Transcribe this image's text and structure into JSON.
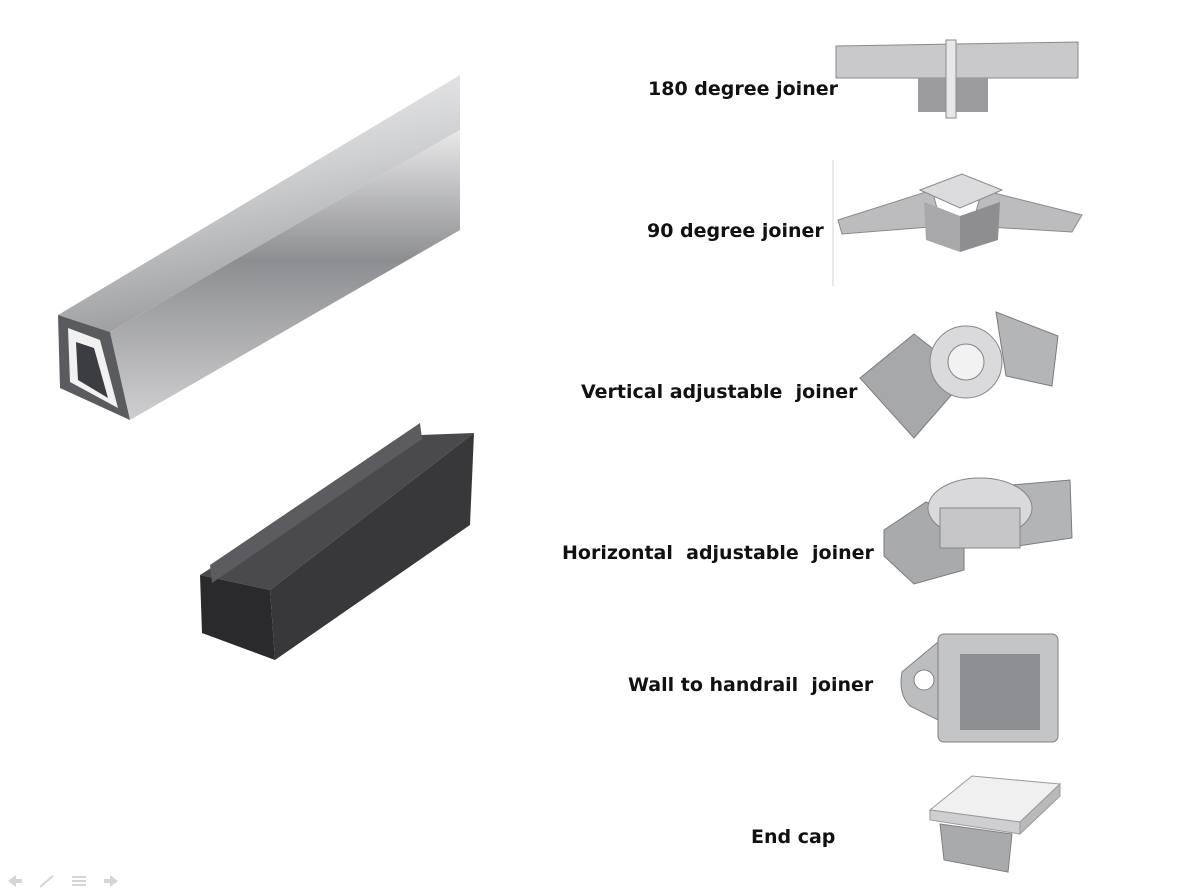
{
  "slide": {
    "items": [
      {
        "id": "180",
        "label": "180 degree joiner",
        "icon": "joiner-180-icon"
      },
      {
        "id": "90",
        "label": "90 degree joiner",
        "icon": "joiner-90-icon"
      },
      {
        "id": "vertical",
        "label": "Vertical adjustable  joiner",
        "icon": "vertical-joiner-icon"
      },
      {
        "id": "horizontal",
        "label": "Horizontal  adjustable  joiner",
        "icon": "horizontal-joiner-icon"
      },
      {
        "id": "wall",
        "label": "Wall to handrail  joiner",
        "icon": "wall-joiner-icon"
      },
      {
        "id": "endcap",
        "label": "End cap",
        "icon": "end-cap-icon"
      }
    ]
  },
  "colors": {
    "steel_light": "#e4e4e6",
    "steel_mid": "#b9b9bc",
    "steel_dark": "#6f6f73",
    "dark_channel": "#2e2e30",
    "label_text": "#111111"
  }
}
